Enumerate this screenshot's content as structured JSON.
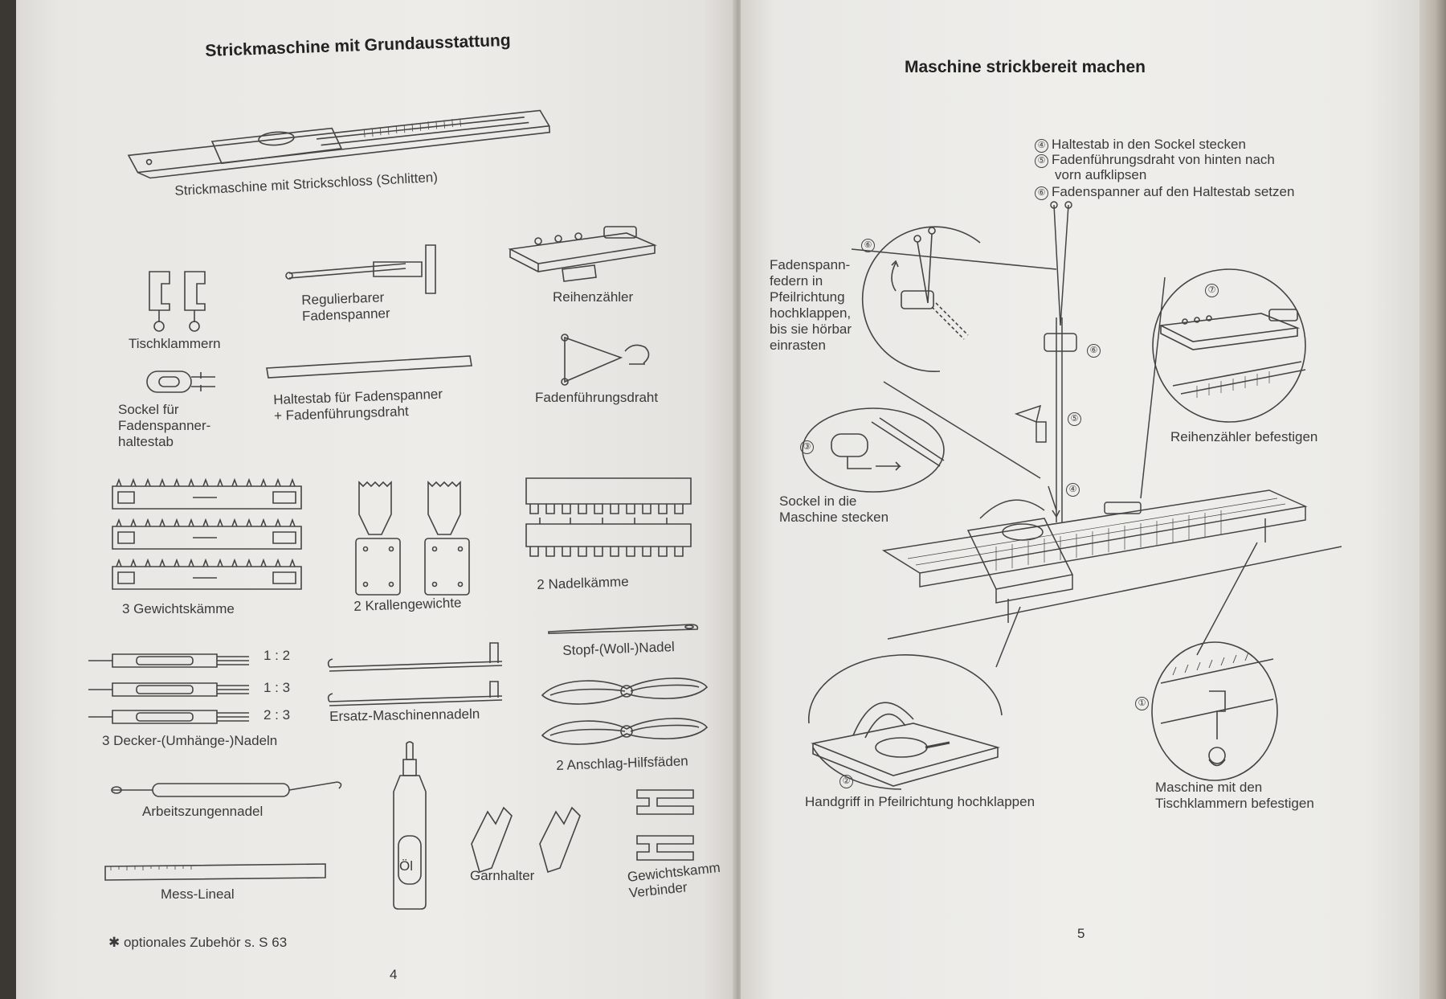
{
  "left_page": {
    "title": "Strickmaschine mit Grundausstattung",
    "items": {
      "machine": "Strickmaschine mit Strickschloss (Schlitten)",
      "regulator_1": "Regulierbarer",
      "regulator_2": "Fadenspanner",
      "row_counter": "Reihenzähler",
      "table_clamps": "Tischklammern",
      "socket_1": "Sockel für",
      "socket_2": "Fadenspanner-",
      "socket_3": "haltestab",
      "rod_1": "Haltestab für Fadenspanner",
      "rod_2": "+ Fadenführungsdraht",
      "guide_wire": "Fadenführungsdraht",
      "weight_combs": "3 Gewichtskämme",
      "claw_weights": "2 Krallengewichte",
      "needle_combs": "2 Nadelkämme",
      "ratio_1": "1 : 2",
      "ratio_2": "1 : 3",
      "ratio_3": "2 : 3",
      "darning_needle": "Stopf-(Woll-)Nadel",
      "spare_needles": "Ersatz-Maschinennadeln",
      "transfer_tools": "3 Decker-(Umhänge-)Nadeln",
      "cast_on_threads": "2 Anschlag-Hilfsfäden",
      "latch_tool": "Arbeitszungennadel",
      "oil": "Öl",
      "yarn_holder": "Garnhalter",
      "comb_connector_1": "Gewichtskamm",
      "comb_connector_2": "Verbinder",
      "ruler": "Mess-Lineal",
      "footnote": "✱ optionales Zubehör s. S 63"
    },
    "page_number": "4"
  },
  "right_page": {
    "title": "Maschine strickbereit machen",
    "steps": {
      "step4": "Haltestab in den Sockel stecken",
      "step5_1": "Fadenführungsdraht von hinten nach",
      "step5_2": "vorn aufklipsen",
      "step6": "Fadenspanner auf den Haltestab setzen"
    },
    "markers": {
      "m1": "①",
      "m2": "②",
      "m3": "③",
      "m4": "④",
      "m5": "⑤",
      "m6": "⑥",
      "m7": "⑦"
    },
    "callouts": {
      "springs_1": "Fadenspann-",
      "springs_2": "federn in",
      "springs_3": "Pfeilrichtung",
      "springs_4": "hochklappen,",
      "springs_5": "bis sie hörbar",
      "springs_6": "einrasten",
      "row_counter_attach": "Reihenzähler befestigen",
      "socket_1": "Sockel in die",
      "socket_2": "Maschine stecken",
      "handle": "Handgriff in Pfeilrichtung hochklappen",
      "clamps_1": "Maschine mit den",
      "clamps_2": "Tischklammern befestigen"
    },
    "page_number": "5"
  }
}
